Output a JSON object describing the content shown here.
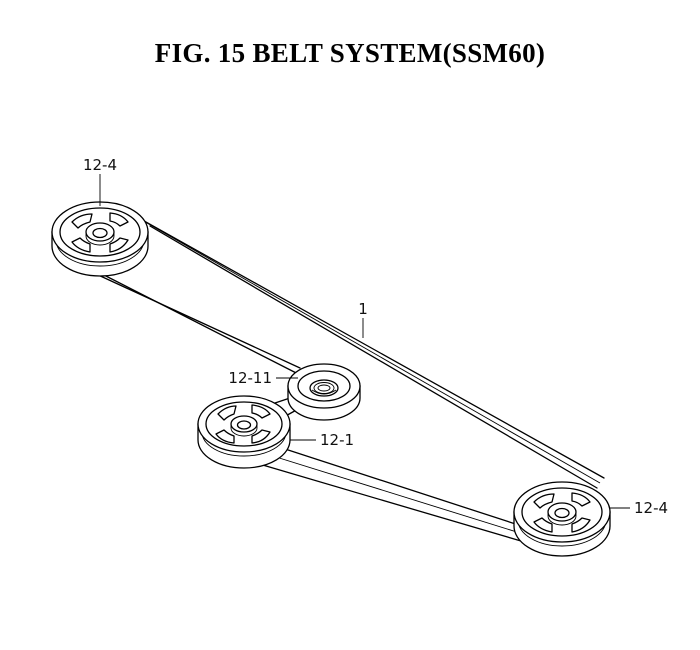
{
  "figure": {
    "title": "FIG. 15  BELT SYSTEM(SSM60)"
  },
  "callouts": {
    "pulley_top_left": "12-4",
    "belt": "1",
    "idler": "12-11",
    "crank_pulley": "12-1",
    "pulley_bottom_right": "12-4"
  }
}
